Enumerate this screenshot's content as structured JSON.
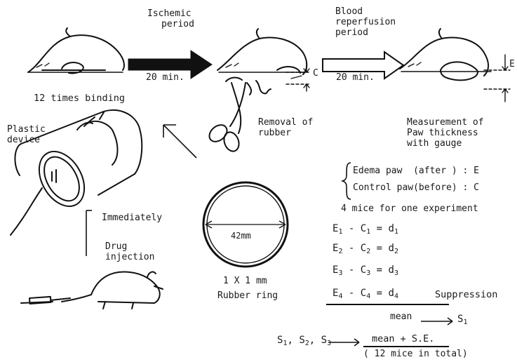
{
  "labels": {
    "ischemic": [
      "Ischemic",
      "period"
    ],
    "reperfusion": [
      "Blood",
      "reperfusion",
      "period"
    ],
    "time1": "20 min.",
    "time2": "20 min.",
    "binding": "12 times binding",
    "removal": [
      "Removal of",
      "rubber"
    ],
    "measurement": [
      "Measurement of",
      "Paw thickness",
      "with gauge"
    ],
    "c_mark": "C",
    "e_mark": "E",
    "plastic": [
      "Plastic",
      "device"
    ],
    "immediately": "Immediately",
    "drug": [
      "Drug",
      "injection"
    ],
    "ring_diam": "42mm",
    "ring_size": "1 X 1 mm",
    "ring_name": "Rubber ring",
    "edema": "Edema paw  (after ) : E",
    "control": "Control paw(before) : C",
    "mice": "4 mice for one experiment",
    "equations": [
      {
        "E": "E",
        "i": "1",
        "C": "C",
        "d": "d"
      },
      {
        "E": "E",
        "i": "2",
        "C": "C",
        "d": "d"
      },
      {
        "E": "E",
        "i": "3",
        "C": "C",
        "d": "d"
      },
      {
        "E": "E",
        "i": "4",
        "C": "C",
        "d": "d"
      }
    ],
    "suppression": "Suppression",
    "mean": "mean",
    "s": "S",
    "s_one": "1",
    "s_list": [
      "1",
      "2",
      "3"
    ],
    "mean_se": "mean + S.E.",
    "total": "( 12 mice in total)"
  }
}
